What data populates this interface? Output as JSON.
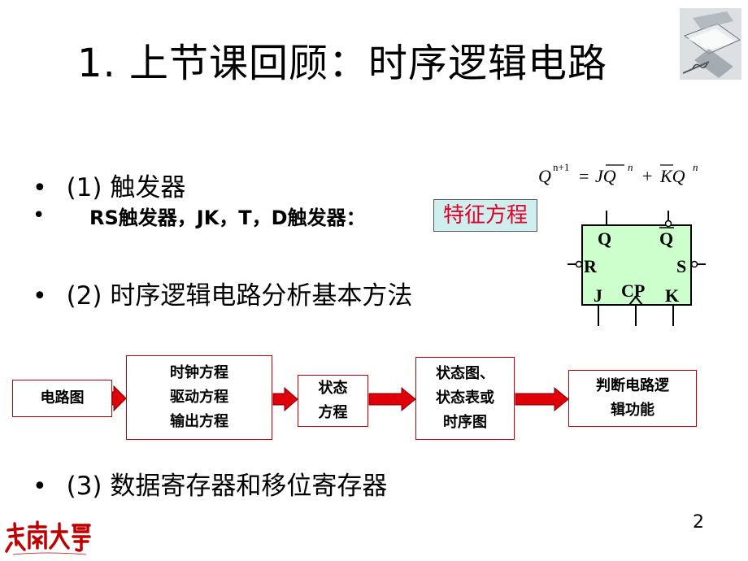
{
  "title": "1. 上节课回顾：时序逻辑电路",
  "bullets": {
    "b1": "(1) 触发器",
    "sub_dot": "•",
    "sub": "RS触发器，JK，T，D触发器：",
    "highlight": "特征方程",
    "b2": "(2) 时序逻辑电路分析基本方法",
    "b3": "(3) 数据寄存器和移位寄存器",
    "dot": "•"
  },
  "formula": {
    "lhs": "Q",
    "lhs_sup": "n+1",
    "eq": "=",
    "t1": "JQ",
    "t1_sup": "n",
    "plus": "+",
    "t2": "KQ",
    "t2_sup": "n"
  },
  "flipflop": {
    "q": "Q",
    "qbar": "Q",
    "r": "R",
    "s": "S",
    "j": "J",
    "cp": "CP",
    "k": "K"
  },
  "flow": {
    "circuit": "电路图",
    "equations": [
      "时钟方程",
      "驱动方程",
      "输出方程"
    ],
    "state_eq": [
      "状态",
      "方程"
    ],
    "state_diag": [
      "状态图、",
      "状态表或",
      "时序图"
    ],
    "judge": [
      "判断电路逻",
      "辑功能"
    ]
  },
  "page_number": "2",
  "colors": {
    "arrow": "#e0000a",
    "box_border": "#c00000",
    "highlight_bg": "#cfeeee",
    "highlight_text": "#e0002a",
    "logo": "#c00000",
    "flipflop_fill": "#ccffcc"
  }
}
